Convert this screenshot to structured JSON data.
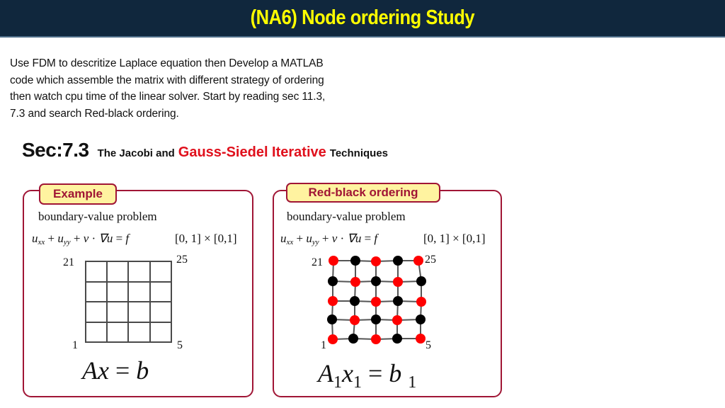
{
  "header": {
    "title": "(NA6) Node ordering Study",
    "background": "#10273d",
    "title_color": "#ffff00"
  },
  "intro": {
    "lines": [
      "Use FDM to descritize Laplace equation then Develop a MATLAB",
      "code which assemble the matrix with different strategy of ordering",
      "then watch cpu time of the linear solver. Start by reading sec 11.3,",
      "7.3 and search Red-black ordering."
    ]
  },
  "section": {
    "number": "Sec:7.3",
    "prefix": "The Jacobi and",
    "highlight": "Gauss-Siedel Iterative",
    "suffix": "Techniques",
    "highlight_color": "#e0101c"
  },
  "panels": [
    {
      "tag": "Example",
      "problem_label": "boundary-value problem",
      "equation": {
        "u": "u",
        "xx": "xx",
        "plus1": " + ",
        "u2": "u",
        "yy": "yy",
        "plus2": " + ",
        "v": "v",
        "dot": " · ",
        "nabla": "∇",
        "u3": "u",
        "eq": " = ",
        "f": "f",
        "domain": "[0, 1] × [0,1]"
      },
      "corner_labels": {
        "top_left": "21",
        "top_right": "25",
        "bottom_left": "1",
        "bottom_right": "5"
      },
      "grid": {
        "rows": 5,
        "cols": 5
      },
      "system": {
        "A": "A",
        "x": "x",
        "eq": " = ",
        "b": "b"
      }
    },
    {
      "tag": "Red-black ordering",
      "problem_label": "boundary-value problem",
      "equation": {
        "u": "u",
        "xx": "xx",
        "plus1": " + ",
        "u2": "u",
        "yy": "yy",
        "plus2": " + ",
        "v": "v",
        "dot": " · ",
        "nabla": "∇",
        "u3": "u",
        "eq": " = ",
        "f": "f",
        "domain": "[0, 1] × [0,1]"
      },
      "corner_labels": {
        "top_left": "21",
        "top_right": "25",
        "bottom_left": "1",
        "bottom_right": "5"
      },
      "grid": {
        "rows": 5,
        "cols": 5,
        "node_colors": [
          [
            "red",
            "black",
            "red",
            "black",
            "red"
          ],
          [
            "black",
            "red",
            "black",
            "red",
            "black"
          ],
          [
            "red",
            "black",
            "red",
            "black",
            "red"
          ],
          [
            "black",
            "red",
            "black",
            "red",
            "black"
          ],
          [
            "red",
            "black",
            "red",
            "black",
            "red"
          ]
        ],
        "red": "#ff0000",
        "black": "#000000"
      },
      "system": {
        "A": "A",
        "sub_A": "1",
        "x": "x",
        "sub_x": "1",
        "eq": " = ",
        "b": "b",
        "sub_b": "1"
      }
    }
  ],
  "colors": {
    "panel_border": "#a01535",
    "tag_fill": "#fff3a0",
    "grid_line": "#555555"
  }
}
